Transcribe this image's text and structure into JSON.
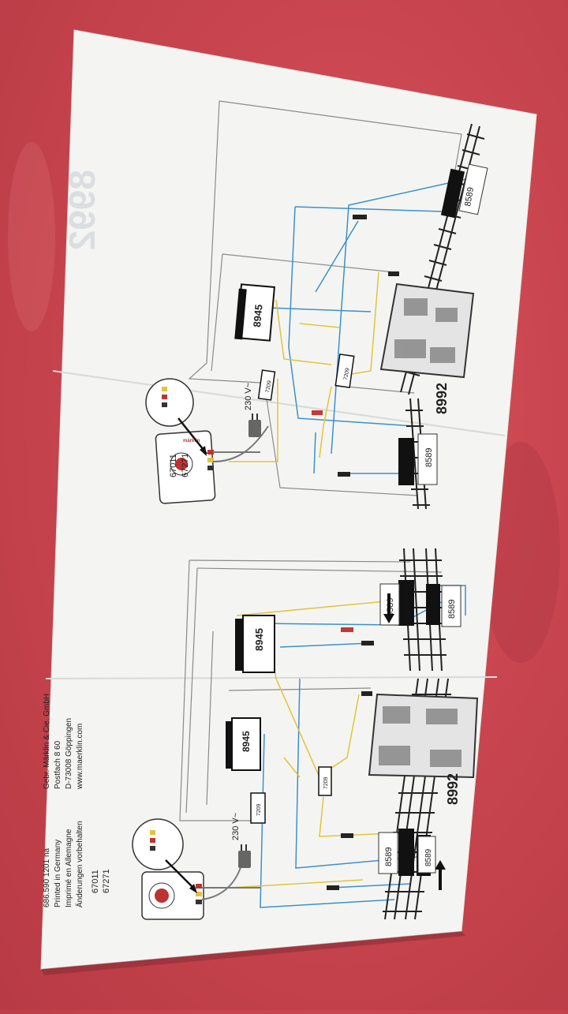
{
  "photo": {
    "subject": "Folded Märklin wiring instruction leaflet on red table",
    "background_color": "#c94650",
    "paper_color": "#f4f5f2"
  },
  "diagrams": [
    {
      "module_8945": "8945",
      "module_7209": "7209",
      "module_7209b": "7209",
      "signal_8992": "8992",
      "signal_8589_top": "8589",
      "signal_8589_bottom": "8589",
      "voltage": "230 V~",
      "transformer_code_1": "67011",
      "transformer_code_2": "67271"
    },
    {
      "module_8945_a": "8945",
      "module_8945_b": "8945",
      "module_7209": "7209",
      "module_7209b": "7209",
      "signal_8992": "8992",
      "signal_8589_a": "8589",
      "signal_8589_b": "8589",
      "signal_8589_c": "8589",
      "signal_8589_d": "8589",
      "voltage": "230 V~",
      "transformer_code_1": "67011",
      "transformer_code_2": "67271"
    }
  ],
  "footer": {
    "company": "Gebr. Märklin & Cie. GmbH",
    "postfach": "Postfach 8 60",
    "city": "D-73008 Göppingen",
    "web": "www.maerklin.com",
    "part_no": "686.590 1201 na",
    "printed": "Printed in Germany",
    "imprime": "Imprimé en Allemagne",
    "changes": "Änderungen vorbehalten"
  },
  "faded_title": "8992",
  "colors": {
    "wire_blue": "#3c8fd0",
    "wire_yellow": "#e0c43c",
    "wire_gray": "#8a8a8a",
    "wire_red": "#c23a3a",
    "track": "#222222"
  }
}
